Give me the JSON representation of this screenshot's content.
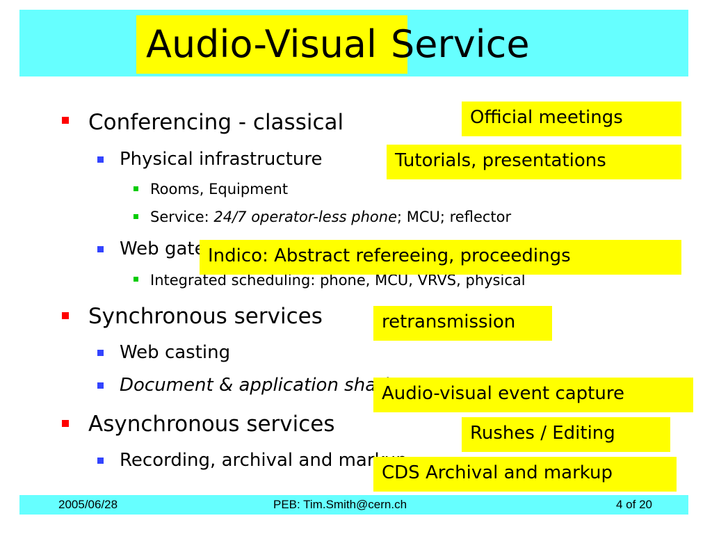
{
  "title": {
    "part1": "Audio-Visual",
    "part2": "Service"
  },
  "bullets": {
    "conferencing": "Conferencing - classical",
    "physical": "Physical infrastructure",
    "rooms": "Rooms, Equipment",
    "service_prefix": "Service: ",
    "service_italic": "24/7 operator-less phone",
    "service_suffix": "; MCU; reflector",
    "web": "Web gateway to booking",
    "integrated": "Integrated scheduling: phone, MCU, VRVS, physical",
    "synchronous": "Synchronous services",
    "webcasting": "Web casting",
    "document": "Document & application sharing",
    "asynchronous": "Asynchronous services",
    "recording": "Recording, archival and markup"
  },
  "callouts": {
    "official": "Official meetings",
    "tutorials": "Tutorials, presentations",
    "indico": "Indico: Abstract refereeing, proceedings",
    "retransmission": "retransmission",
    "capture": "Audio-visual event capture",
    "rushes": "Rushes / Editing",
    "cds": "CDS Archival and markup"
  },
  "footer": {
    "date": "2005/06/28",
    "author": "PEB: Tim.Smith@cern.ch",
    "page": "4 of 20"
  },
  "colors": {
    "title_bar": "#66ffff",
    "highlight": "#ffff00",
    "bullet_level1": "#ff0000",
    "bullet_level2": "#3344ff",
    "bullet_level3": "#00cc00"
  }
}
